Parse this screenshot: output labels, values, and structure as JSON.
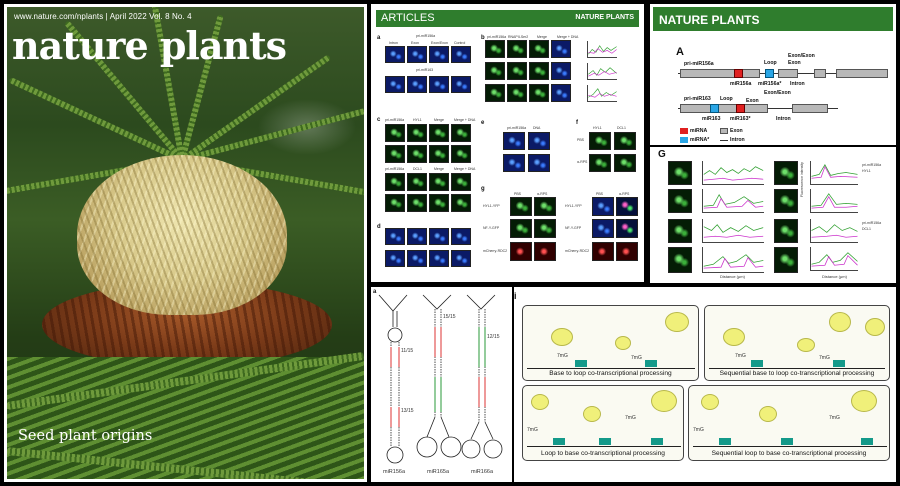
{
  "cover": {
    "url_line": "www.nature.com/nplants | April 2022 Vol. 8 No. 4",
    "title": "nature plants",
    "caption": "Seed plant origins"
  },
  "articles_page": {
    "header_left": "ARTICLES",
    "header_right": "NATURE PLANTS",
    "panel_letters": [
      "a",
      "b",
      "c",
      "d",
      "e",
      "f",
      "g"
    ],
    "row_labels_a": [
      "pri-miR156a",
      "pri-miR163"
    ],
    "col_labels_a": [
      "Intron",
      "Exon",
      "Exon/Exon",
      "Control"
    ],
    "col_labels_b": [
      "pri-miR156a",
      "RNAPII-Ser2",
      "Merge",
      "Merge + DNA"
    ],
    "col_labels_c": [
      "pri-miR156a",
      "HYL1",
      "Merge",
      "Merge + DNA"
    ],
    "col_labels_c2": [
      "pri-miR156a",
      "DCL1",
      "Merge",
      "Merge + DNA"
    ],
    "col_labels_e": [
      "pri-miR156a",
      "DNA"
    ],
    "col_labels_f": [
      "HYL1",
      "DCL1"
    ],
    "col_labels_g": [
      "PBS",
      "α-RPS"
    ],
    "row_labels_g": [
      "HYL1-YFP",
      "NF-Y-GFP",
      "mCherry-RDC2"
    ],
    "row_labels_f": [
      "PBS",
      "α-RPS"
    ]
  },
  "diagram": {
    "header": "NATURE PLANTS",
    "panel_letter": "A",
    "gene1": "pri-miR156a",
    "gene2": "pri-miR163",
    "labels_gene1": {
      "loop": "Loop",
      "exon": "Exon",
      "exon_exon": "Exon/Exon",
      "intron": "Intron",
      "mirna": "miR156a",
      "mirna_star": "miR156a*"
    },
    "labels_gene2": {
      "loop": "Loop",
      "exon": "Exon",
      "exon_exon": "Exon/Exon",
      "intron": "Intron",
      "mirna": "miR163",
      "mirna_star": "miR163*"
    },
    "legend": [
      {
        "label": "miRNA",
        "color": "#e02020"
      },
      {
        "label": "miRNA*",
        "color": "#2aa6e6"
      },
      {
        "label": "Exon",
        "color": "#b8b8b8"
      },
      {
        "label": "Intron",
        "color": "#333333"
      }
    ]
  },
  "panel_g": {
    "panel_letter": "G",
    "series_labels_top": [
      "pri-miR156a",
      "HYL1"
    ],
    "series_labels_bottom": [
      "pri-miR156a",
      "DCL1"
    ],
    "ylabel": "Fluorescence intensity",
    "xlabel": "Distance (μm)"
  },
  "rna_structures": {
    "panel_letter": "a",
    "names": [
      "miR156a",
      "miR165a",
      "miR166a"
    ],
    "annotations": [
      "11/15",
      "13/15",
      "15/15",
      "12/15"
    ]
  },
  "panel_i": {
    "panel_letter": "i",
    "cap_label": "7mG",
    "captions": [
      "Base to loop co-transcriptional processing",
      "Sequential base to loop co-transcriptional processing",
      "Loop to base co-transcriptional processing",
      "Sequential loop to base co-transcriptional processing"
    ]
  }
}
